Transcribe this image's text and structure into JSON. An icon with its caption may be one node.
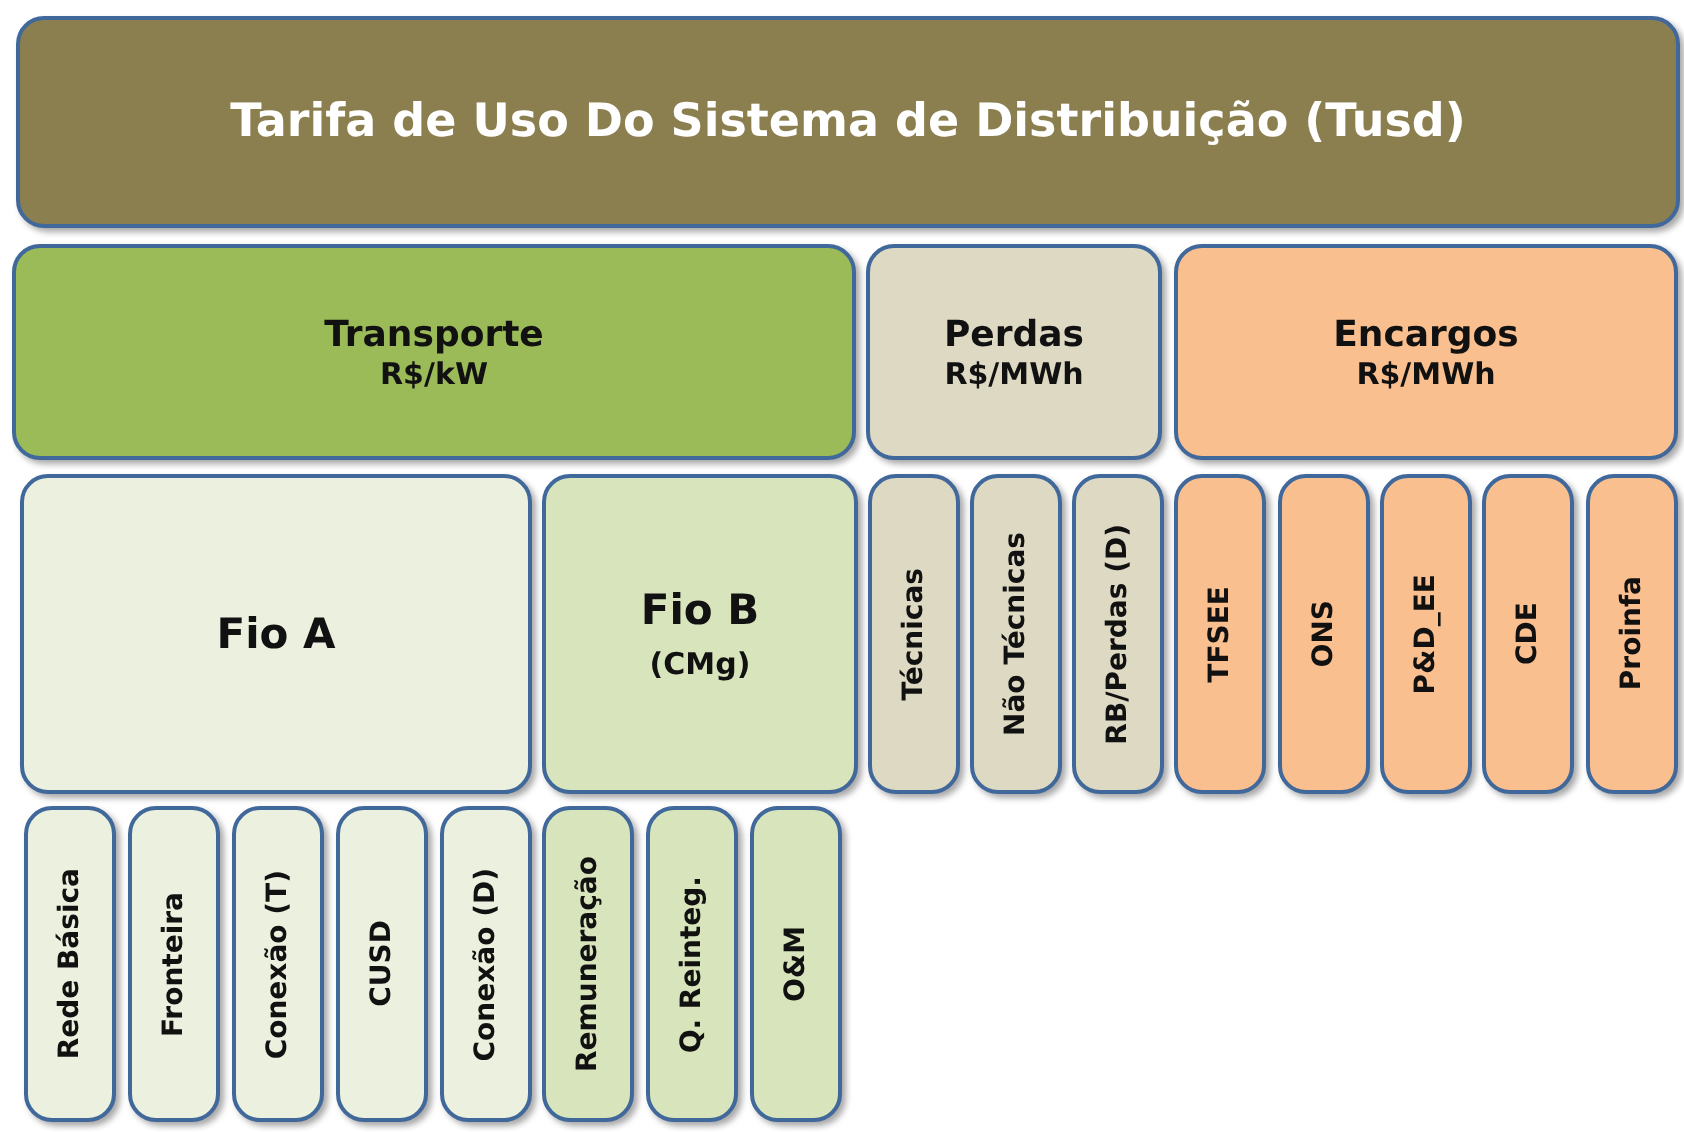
{
  "diagram": {
    "nodes": [
      {
        "text": [
          "Tarifa de Uso Do Sistema de Distribuição (Tusd)"
        ]
      },
      {
        "text": [
          "Transporte",
          "R$/kW"
        ]
      },
      {
        "text": [
          "Perdas",
          "R$/MWh"
        ]
      },
      {
        "text": [
          "Encargos",
          "R$/MWh"
        ]
      },
      {
        "text": [
          "Fio A"
        ]
      },
      {
        "text": [
          "Fio B",
          "(CMg)"
        ]
      },
      {
        "text": [
          "Técnicas"
        ]
      },
      {
        "text": [
          "Não Técnicas"
        ]
      },
      {
        "text": [
          "RB/Perdas (D)"
        ]
      },
      {
        "text": [
          "TFSEE"
        ]
      },
      {
        "text": [
          "ONS"
        ]
      },
      {
        "text": [
          "P&D_EE"
        ]
      },
      {
        "text": [
          "CDE"
        ]
      },
      {
        "text": [
          "Proinfa"
        ]
      },
      {
        "text": [
          "Rede Básica"
        ]
      },
      {
        "text": [
          "Fronteira"
        ]
      },
      {
        "text": [
          "Conexão (T)"
        ]
      },
      {
        "text": [
          "CUSD"
        ]
      },
      {
        "text": [
          "Conexão (D)"
        ]
      },
      {
        "text": [
          "Remuneração"
        ]
      },
      {
        "text": [
          "Q. Reinteg."
        ]
      },
      {
        "text": [
          "O&M"
        ]
      }
    ]
  }
}
